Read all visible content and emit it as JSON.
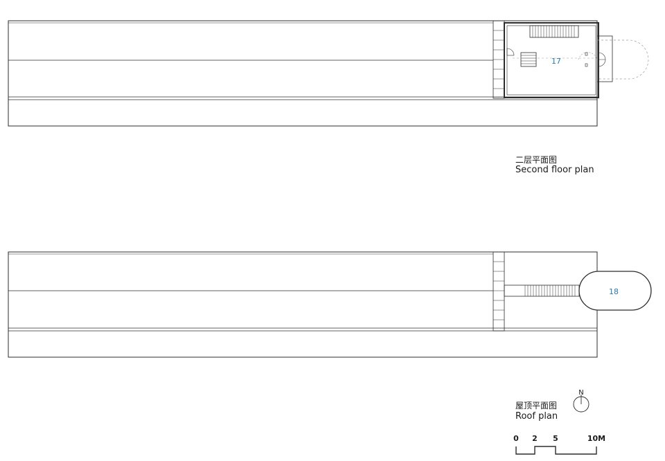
{
  "second_floor": {
    "caption_cn": "二层平面图",
    "caption_en": "Second floor plan",
    "room_number": "17"
  },
  "roof": {
    "caption_cn": "屋顶平面图",
    "caption_en": "Roof plan",
    "room_number": "18"
  },
  "north_arrow": {
    "label": "N"
  },
  "scale_bar": {
    "ticks": [
      "0",
      "2",
      "5",
      "10M"
    ]
  },
  "colors": {
    "line": "#2b2b2b",
    "room_number": "#2a7ab0",
    "dashed": "#9a9a9a"
  }
}
